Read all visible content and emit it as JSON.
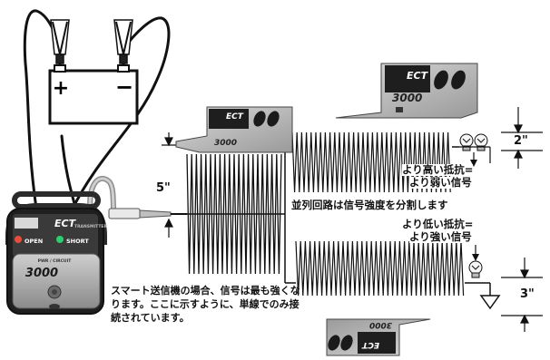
{
  "battery": {
    "plus": "+",
    "minus": "−"
  },
  "transmitter": {
    "brand": "ECT",
    "subtitle": "TRANSMITTER",
    "open_label": "OPEN",
    "short_label": "SHORT",
    "model": "3000",
    "pwr_label": "PWR / CIRCUIT"
  },
  "receivers": {
    "model": "3000",
    "brand": "ECT"
  },
  "dimensions": {
    "left_span": "5\"",
    "top_span": "2\"",
    "bottom_span": "3\""
  },
  "notes": {
    "parallel": "並列回路は信号強度を分割します",
    "higher_resistance_1": "より高い抵抗=",
    "higher_resistance_2": "より弱い信号",
    "lower_resistance_1": "より低い抵抗=",
    "lower_resistance_2": "より強い信号",
    "caption": "スマート送信機の場合、信号は最も強くなります。ここに示すように、単線でのみ接続されています。"
  },
  "colors": {
    "line": "#111111",
    "device_dark": "#2e2e2e",
    "device_light": "#b9b9b9",
    "accent_red": "#c0392b",
    "accent_green": "#2e9b45"
  }
}
